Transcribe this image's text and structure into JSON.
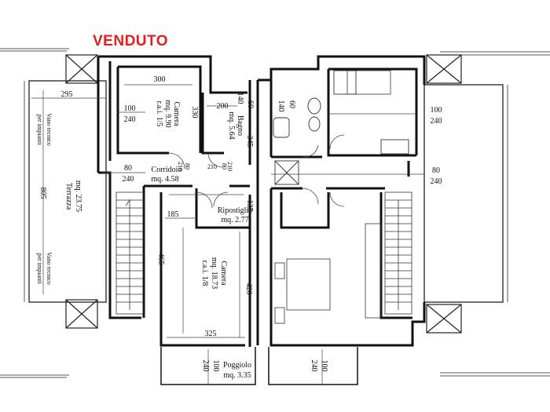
{
  "stamp": "VENDUTO",
  "stamp_color": "#e02020",
  "rooms": {
    "terrazza": {
      "name": "Terrazza",
      "area": "mq. 23.75"
    },
    "vano_top": {
      "l1": "Vano tecnico",
      "l2": "per impianti"
    },
    "vano_bottom": {
      "l1": "Vano tecnico",
      "l2": "per impianti"
    },
    "camera_small": {
      "name": "Camera",
      "area": "mq. 9.90",
      "rai": "r.a.i. 1/5"
    },
    "bagno": {
      "name": "Bagno",
      "area": "mq. 5.64"
    },
    "corridoio": {
      "name": "Corridoio",
      "area": "mq. 4.58"
    },
    "ripostiglio": {
      "name": "Ripostiglio",
      "area": "mq. 2.77"
    },
    "camera_big": {
      "name": "Camera",
      "area": "mq. 18.73",
      "rai": "r.a.i. 1/8"
    },
    "poggiolo": {
      "name": "Poggiolo",
      "area": "mq. 3.35"
    }
  },
  "dims": {
    "d295": "295",
    "d300": "300",
    "d330": "330",
    "d100a": "100",
    "d240a": "240",
    "d805": "805",
    "d80a": "80",
    "d240b": "240",
    "d200": "200",
    "d60a": "60",
    "d140a": "140",
    "d345": "345",
    "d210a": "210",
    "d80b": "80",
    "d210b": "210",
    "d80c": "80",
    "d210c": "210",
    "d135": "135",
    "d185": "185",
    "d465": "465",
    "d420": "420",
    "d325": "325",
    "d240c": "240",
    "d100b": "100",
    "d60b": "60",
    "d140b": "140",
    "d100c": "100",
    "d240d": "240",
    "d80d": "80",
    "d240e": "240",
    "d240f": "240",
    "d100d": "100"
  }
}
